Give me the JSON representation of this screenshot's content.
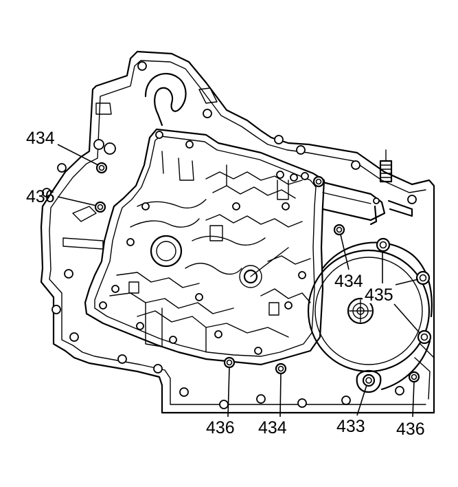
{
  "callouts": [
    {
      "id": "c1",
      "label": "434"
    },
    {
      "id": "c2",
      "label": "436"
    },
    {
      "id": "c3",
      "label": "434"
    },
    {
      "id": "c4",
      "label": "435"
    },
    {
      "id": "c5",
      "label": "436"
    },
    {
      "id": "c6",
      "label": "434"
    },
    {
      "id": "c7",
      "label": "433"
    },
    {
      "id": "c8",
      "label": "436"
    }
  ]
}
